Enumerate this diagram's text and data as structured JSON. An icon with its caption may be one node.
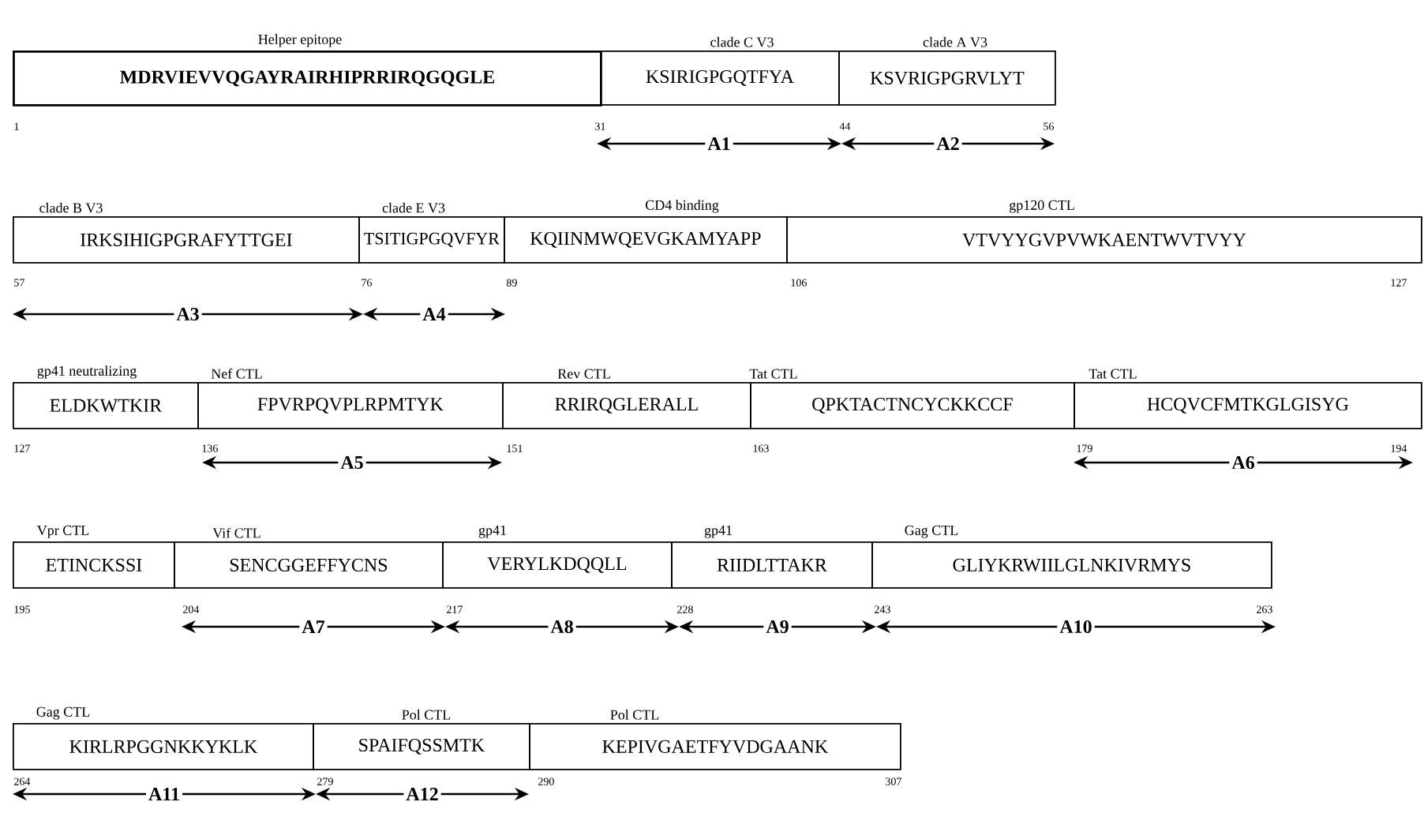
{
  "diagram": {
    "nodes": [
      {
        "text": [
          "Helper epitope",
          "MDRVIEVVQGAYRAIRHIPRRIRQGQGLE"
        ]
      },
      {
        "text": [
          "clade C V3",
          "KSIRIGPGQTFYA"
        ]
      },
      {
        "text": [
          "clade A V3",
          "KSVRIGPGRVLYT"
        ]
      },
      {
        "text": [
          "clade B V3",
          "IRKSIHIGPGRAFYTTGEI"
        ]
      },
      {
        "text": [
          "clade E V3",
          "TSITIGPGQVFYR"
        ]
      },
      {
        "text": [
          "CD4 binding",
          "KQIINMWQEVGKAMYAPP"
        ]
      },
      {
        "text": [
          "gp120 CTL",
          "VTVYYGVPVWKAENTWVTVYY"
        ]
      },
      {
        "text": [
          "gp41 neutralizing",
          "ELDKWTKIR"
        ]
      },
      {
        "text": [
          "Nef CTL",
          "FPVRPQVPLRPMTYK"
        ]
      },
      {
        "text": [
          "Rev CTL",
          "RRIRQGLERALL"
        ]
      },
      {
        "text": [
          "Tat CTL",
          "QPKTACTNCYCKKCCF"
        ]
      },
      {
        "text": [
          "Tat CTL",
          "HCQVCFMTKGLGISYG"
        ]
      },
      {
        "text": [
          "Vpr CTL",
          "ETINCKSSI"
        ]
      },
      {
        "text": [
          "Vif CTL",
          "SENCGGEFFYCNS"
        ]
      },
      {
        "text": [
          "gp41",
          "VERYLKDQQLL"
        ]
      },
      {
        "text": [
          "gp41",
          "RIIDLTTAKR"
        ]
      },
      {
        "text": [
          "Gag CTL",
          "GLIYKRWIILGLNKIVRMYS"
        ]
      },
      {
        "text": [
          "Gag CTL",
          "KIRLRPGGNKKYKLK"
        ]
      },
      {
        "text": [
          "Pol CTL",
          "SPAIFQSSMTK"
        ]
      },
      {
        "text": [
          "Pol CTL",
          "KEPIVGAETFYVDGAANK"
        ]
      }
    ],
    "labels": [
      "1",
      "31",
      "44",
      "56",
      "A1",
      "A2",
      "57",
      "76",
      "89",
      "106",
      "127",
      "A3",
      "A4",
      "127",
      "136",
      "151",
      "163",
      "179",
      "194",
      "A5",
      "A6",
      "195",
      "204",
      "217",
      "228",
      "243",
      "263",
      "A7",
      "A8",
      "A9",
      "A10",
      "264",
      "279",
      "290",
      "307",
      "A11",
      "A12"
    ]
  }
}
